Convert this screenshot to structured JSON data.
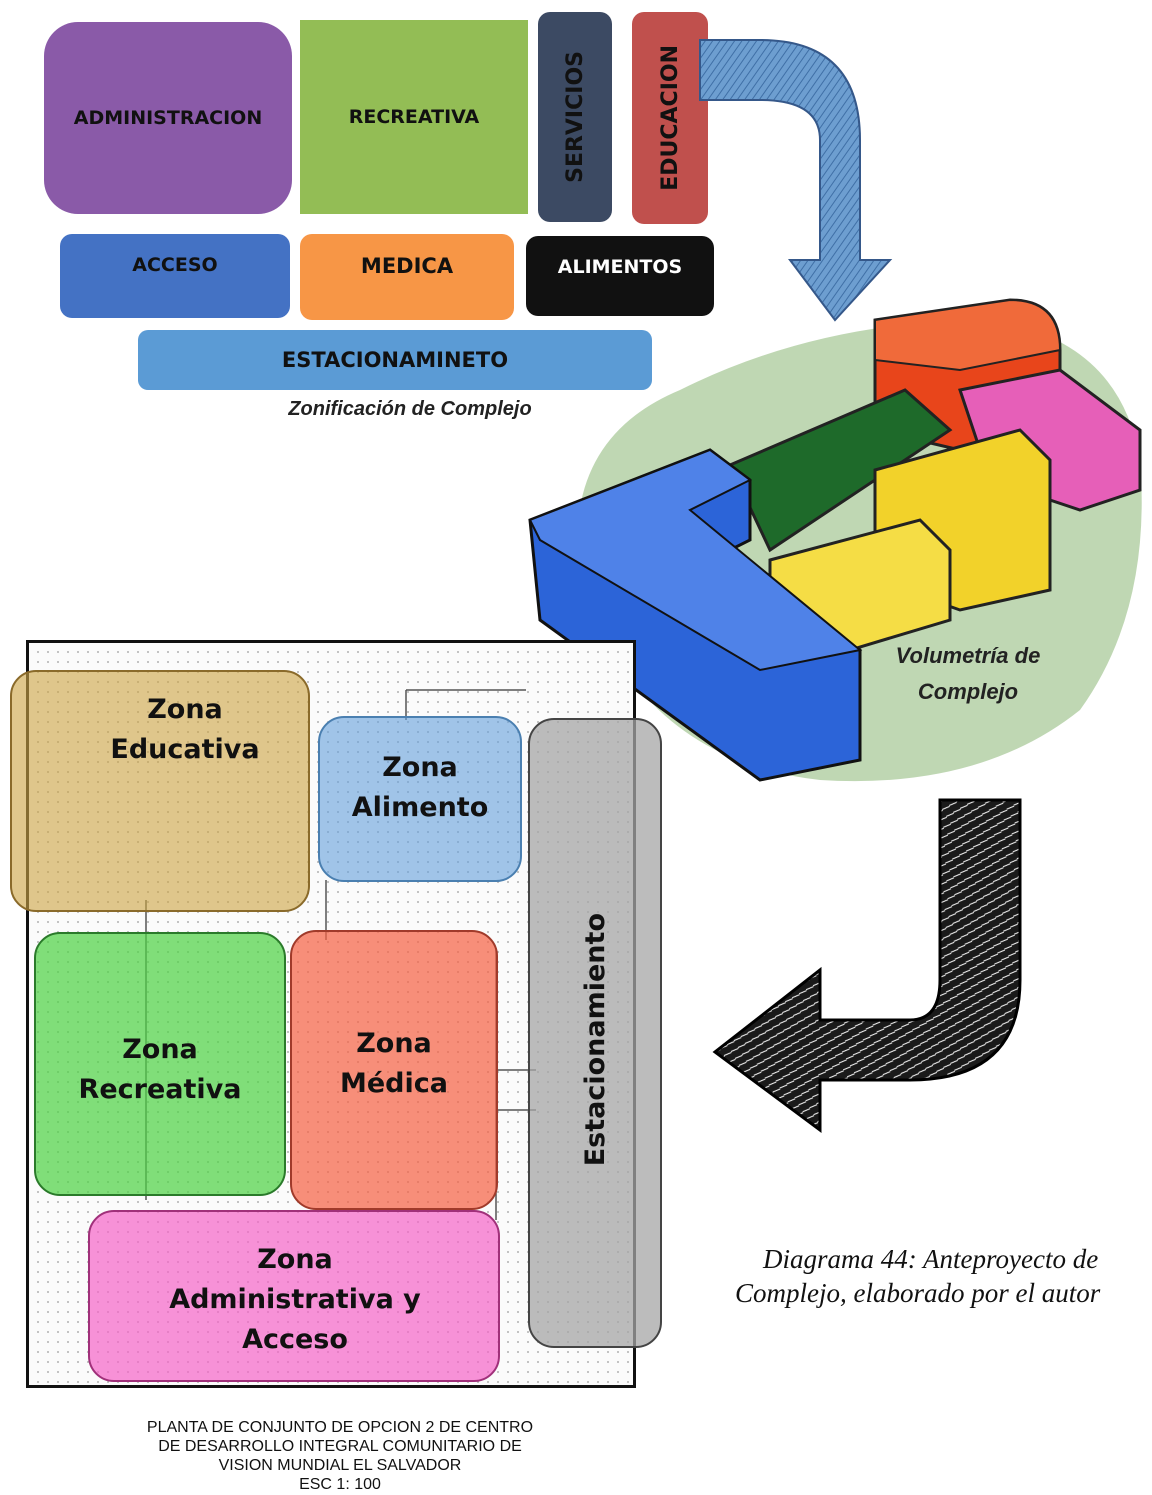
{
  "zonificacion": {
    "blocks": {
      "administracion": "ADMINISTRACION",
      "recreativa": "RECREATIVA",
      "servicios": "SERVICIOS",
      "educacion": "EDUCACION",
      "acceso": "ACCESO",
      "medica": "MEDICA",
      "alimentos": "ALIMENTOS",
      "estacionamiento": "ESTACIONAMINETO"
    },
    "caption": "Zonificación de Complejo"
  },
  "volumetria": {
    "caption_line1": "Volumetría de",
    "caption_line2": "Complejo"
  },
  "planta": {
    "zones": {
      "educativa_1": "Zona",
      "educativa_2": "Educativa",
      "alimento_1": "Zona",
      "alimento_2": "Alimento",
      "recreativa_1": "Zona",
      "recreativa_2": "Recreativa",
      "medica_1": "Zona",
      "medica_2": "Médica",
      "estacionamiento": "Estacionamiento",
      "admin_1": "Zona",
      "admin_2": "Administrativa y",
      "admin_3": "Acceso"
    },
    "title_lines": [
      "PLANTA DE CONJUNTO DE OPCION 2 DE CENTRO",
      "DE DESARROLLO INTEGRAL COMUNITARIO DE",
      "VISION MUNDIAL EL SALVADOR",
      "ESC 1: 100"
    ]
  },
  "diagram_caption": {
    "line1": "Diagrama 44: Anteproyecto de",
    "line2": "Complejo, elaborado por el autor"
  },
  "colors": {
    "administracion": "#8a5aa8",
    "recreativa": "#93bd55",
    "servicios": "#3c4a63",
    "educacion": "#c0504d",
    "acceso": "#4472c4",
    "medica": "#f79646",
    "alimentos": "#111111",
    "estacionamiento": "#5b9bd5"
  }
}
